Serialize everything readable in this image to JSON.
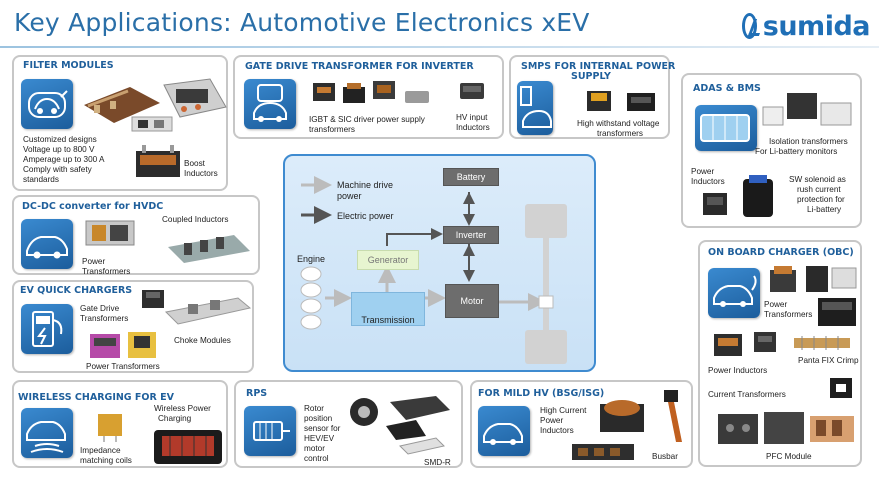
{
  "page": {
    "title": "Key Applications: Automotive Electronics xEV",
    "logo_text": "sumida"
  },
  "panels": {
    "filter": {
      "title": "FILTER MODULES",
      "desc": [
        "Customized designs",
        "Voltage up to 800 V",
        "Amperage up to 300 A",
        "Comply with safety",
        "standards"
      ],
      "boost": [
        "Boost",
        "Inductors"
      ]
    },
    "gate": {
      "title": "GATE DRIVE TRANSFORMER FOR INVERTER",
      "igbt": [
        "IGBT & SIC driver power supply",
        "transformers"
      ],
      "hv": [
        "HV input",
        "Inductors"
      ]
    },
    "smps": {
      "title": [
        "SMPS FOR INTERNAL POWER",
        "SUPPLY"
      ],
      "hw": [
        "High withstand voltage",
        "transformers"
      ]
    },
    "adas": {
      "title": "ADAS & BMS",
      "iso": [
        "Isolation transformers",
        "For Li-battery monitors"
      ],
      "power": [
        "Power",
        "Inductors"
      ],
      "sw": [
        "SW solenoid as",
        "rush current",
        "protection for",
        "Li-battery"
      ]
    },
    "dcdc": {
      "title": "DC-DC converter for HVDC",
      "coupled": "Coupled Inductors",
      "power": [
        "Power",
        "Transformers"
      ]
    },
    "evq": {
      "title": "EV QUICK CHARGERS",
      "gate": [
        "Gate Drive",
        "Transformers"
      ],
      "choke": "Choke Modules",
      "power": "Power Transformers"
    },
    "obc": {
      "title": "ON BOARD CHARGER (OBC)",
      "power": [
        "Power",
        "Transformers"
      ],
      "inductors": "Power Inductors",
      "panta": "Panta FIX Crimp",
      "current": "Current Transformers",
      "pfc": "PFC Module"
    },
    "wireless": {
      "title": "WIRELESS CHARGING FOR  EV",
      "wpc": [
        "Wireless Power",
        "Charging"
      ],
      "imp": [
        "Impedance",
        "matching coils"
      ]
    },
    "rps": {
      "title": "RPS",
      "rotor": [
        "Rotor",
        "position",
        "sensor for",
        "HEV/EV",
        "motor",
        "control"
      ],
      "smd": "SMD-R"
    },
    "mild": {
      "title": "FOR MILD HV (BSG/ISG)",
      "hci": [
        "High Current",
        "Power",
        "Inductors"
      ],
      "busbar": "Busbar"
    }
  },
  "diagram": {
    "legend_machine": [
      "Machine drive",
      "power"
    ],
    "legend_electric": "Electric power",
    "battery": "Battery",
    "inverter": "Inverter",
    "generator": "Generator",
    "engine": "Engine",
    "transmission": "Transmission",
    "motor": "Motor"
  },
  "colors": {
    "title_blue": "#2a6fa8",
    "panel_title_blue": "#1f5f9b",
    "tile_blue": "#1c5d9c",
    "diagram_bg": "#c9e1f6",
    "node_dark": "#6d6d6d"
  }
}
